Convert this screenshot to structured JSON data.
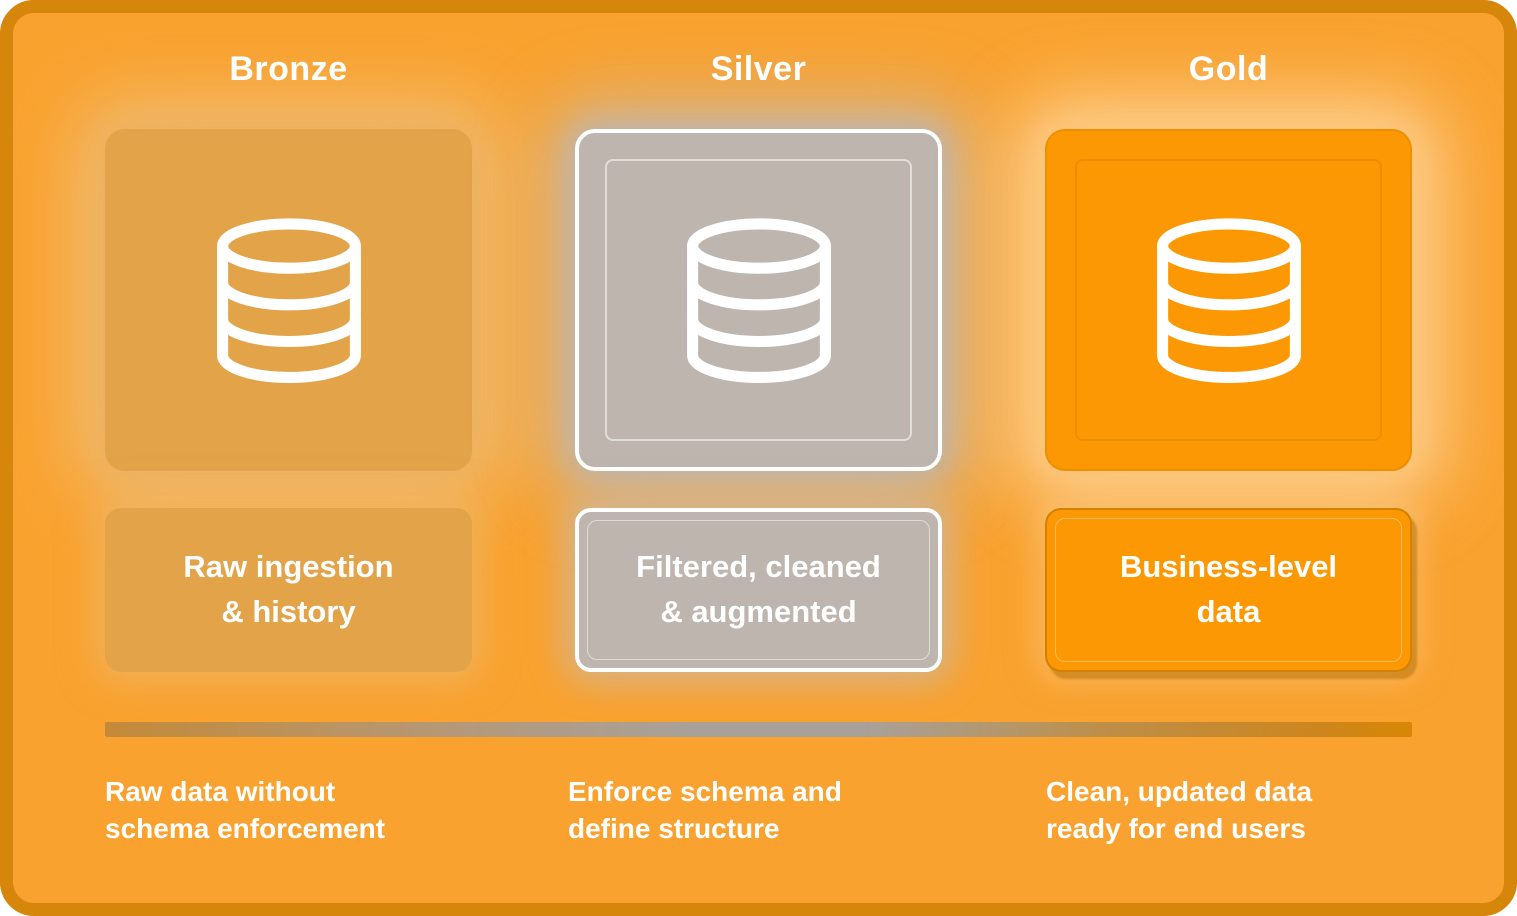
{
  "columns": [
    {
      "title": "Bronze",
      "icon": "database-icon",
      "label_line1": "Raw ingestion",
      "label_line2": "& history",
      "caption_line1": "Raw data without",
      "caption_line2": "schema enforcement"
    },
    {
      "title": "Silver",
      "icon": "database-icon",
      "label_line1": "Filtered, cleaned",
      "label_line2": "& augmented",
      "caption_line1": "Enforce schema and",
      "caption_line2": "define structure"
    },
    {
      "title": "Gold",
      "icon": "database-icon",
      "label_line1": "Business-level",
      "label_line2": "data",
      "caption_line1": "Clean, updated data",
      "caption_line2": "ready for end users"
    }
  ],
  "colors": {
    "background": "#F9A22F",
    "frame_border": "#D6860A",
    "bronze_fill": "#E2A349",
    "silver_fill": "#BDB5AE",
    "gold_fill": "#FB9803",
    "text": "#FFFFFF",
    "bar_gradient_left": "#C48A38",
    "bar_gradient_middle": "#A8A19A",
    "bar_gradient_right": "#D78704"
  }
}
